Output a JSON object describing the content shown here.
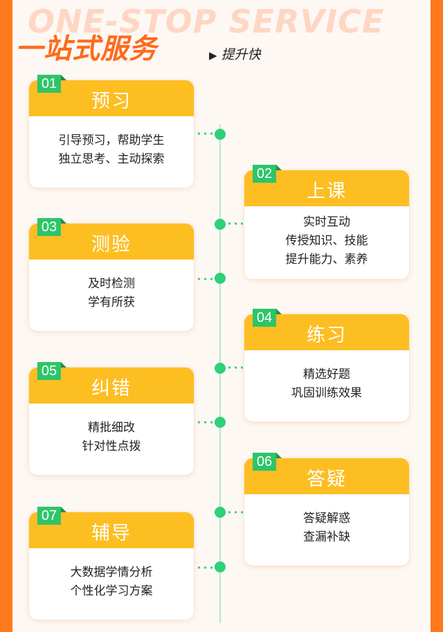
{
  "header": {
    "bg_text": "ONE-STOP SERVICE",
    "title": "一站式服务",
    "subtitle_icon": "triangle-right-icon",
    "subtitle": "提升快"
  },
  "colors": {
    "frame": "#ff7a1c",
    "card_header": "#fdbe22",
    "number_badge": "#2fc46a",
    "timeline_dot": "#2fd07a"
  },
  "steps": [
    {
      "num": "01",
      "title": "预习",
      "lines": [
        "引导预习，帮助学生",
        "独立思考、主动探索"
      ]
    },
    {
      "num": "02",
      "title": "上课",
      "lines": [
        "实时互动",
        "传授知识、技能",
        "提升能力、素养"
      ]
    },
    {
      "num": "03",
      "title": "测验",
      "lines": [
        "及时检测",
        "学有所获"
      ]
    },
    {
      "num": "04",
      "title": "练习",
      "lines": [
        "精选好题",
        "巩固训练效果"
      ]
    },
    {
      "num": "05",
      "title": "纠错",
      "lines": [
        "精批细改",
        "针对性点拨"
      ]
    },
    {
      "num": "06",
      "title": "答疑",
      "lines": [
        "答疑解惑",
        "查漏补缺"
      ]
    },
    {
      "num": "07",
      "title": "辅导",
      "lines": [
        "大数据学情分析",
        "个性化学习方案"
      ]
    }
  ]
}
